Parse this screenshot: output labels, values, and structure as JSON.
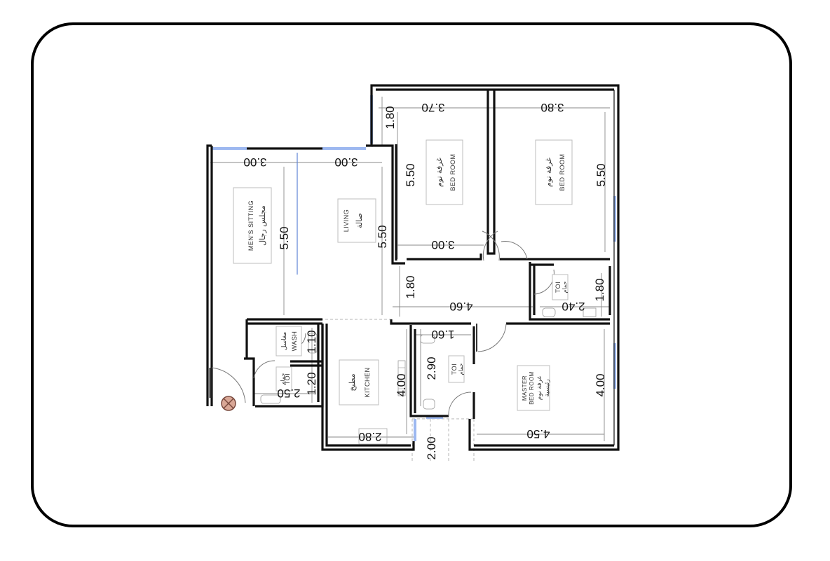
{
  "rooms": {
    "mens_sitting": {
      "en": "MEN'S SITTING",
      "ar": "مجلس رجال",
      "width": "3.00",
      "depth": "5.50"
    },
    "living": {
      "en": "LIVING",
      "ar": "صالة",
      "width": "3.00",
      "depth": "5.50"
    },
    "bedroom_1": {
      "en": "BED ROOM",
      "ar": "غرفة نوم",
      "width": "3.70",
      "depth": "5.50",
      "width_lower": "3.00"
    },
    "bedroom_2": {
      "en": "BED ROOM",
      "ar": "غرفة نوم",
      "width": "3.80",
      "depth": "5.50"
    },
    "corridor": {
      "width": "4.60",
      "depth": "1.80",
      "top_link": "1.80"
    },
    "toilet_1": {
      "en": "TOI",
      "ar": "حمام",
      "width": "2.40",
      "depth": "1.80"
    },
    "wash": {
      "en": "WASH",
      "ar": "مغاسل",
      "depth": "1.10"
    },
    "toilet_2": {
      "en": "TOI",
      "ar": "حمام",
      "depth": "1.20",
      "width": "2.50"
    },
    "kitchen": {
      "en": "KITCHEN",
      "ar": "مطبخ",
      "depth": "4.00",
      "width": "2.80"
    },
    "toilet_3": {
      "en": "TOI",
      "ar": "حمام",
      "width": "1.60",
      "depth": "2.90"
    },
    "master_bedroom": {
      "en_line1": "MASTER",
      "en_line2": "BED ROOM",
      "ar_line1": "غرفة نوم",
      "ar_line2": "رئيسية",
      "depth": "4.00",
      "width": "4.50"
    },
    "stair": {
      "depth": "2.00"
    }
  },
  "colors": {
    "wall": "#111111",
    "window": "#9db8f0",
    "dimension": "#8a8a8a",
    "entrance": "#b07a6c"
  }
}
